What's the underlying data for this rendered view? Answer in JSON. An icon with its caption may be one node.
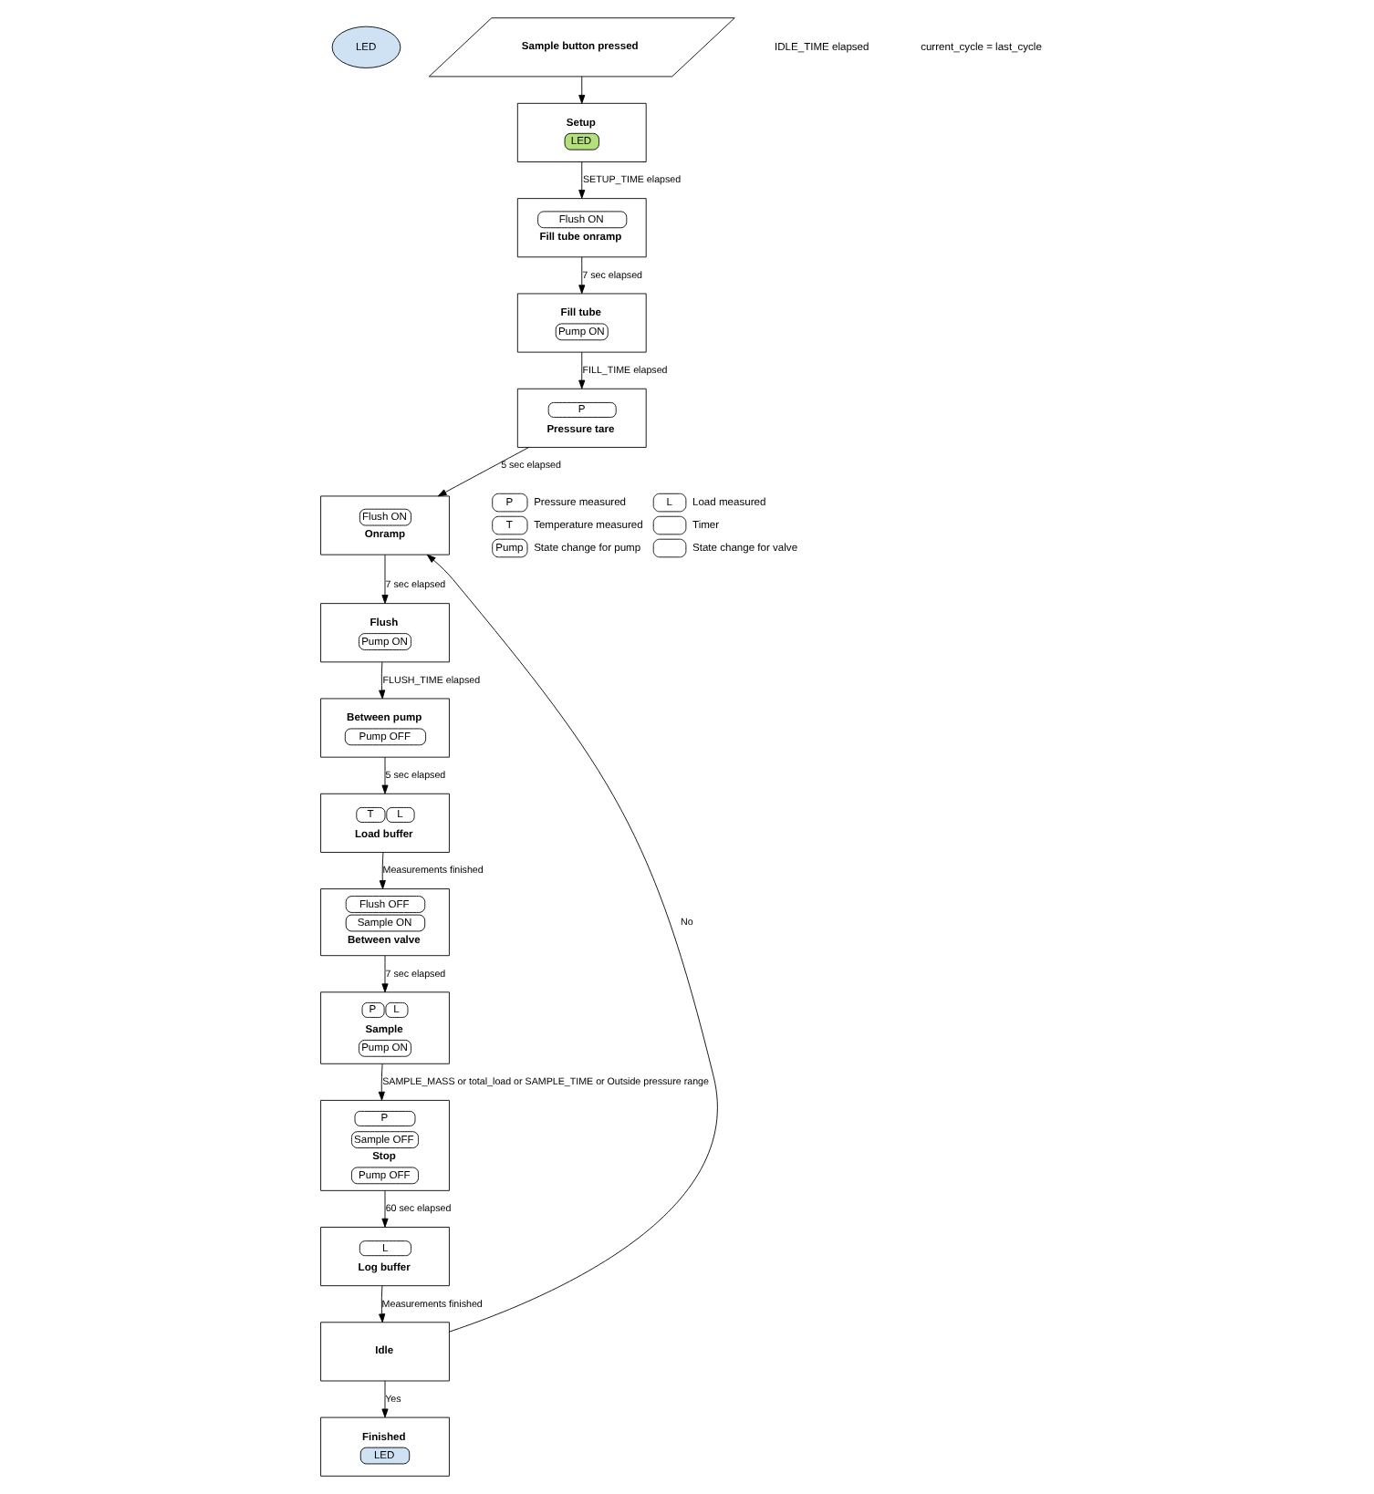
{
  "diagram": {
    "nodes": [
      {
        "text": [
          "LED"
        ]
      },
      {
        "text": [
          "Sample button pressed"
        ]
      },
      {
        "text": [
          "Setup",
          "LED"
        ]
      },
      {
        "text": [
          "Flush ON",
          "Fill tube onramp"
        ]
      },
      {
        "text": [
          "Fill tube",
          "Pump ON"
        ]
      },
      {
        "text": [
          "P",
          "Pressure tare"
        ]
      },
      {
        "text": [
          "Flush ON",
          "Onramp"
        ]
      },
      {
        "text": [
          "Flush",
          "Pump ON"
        ]
      },
      {
        "text": [
          "Between pump",
          "Pump OFF"
        ]
      },
      {
        "text": [
          "T",
          "L",
          "Load buffer"
        ]
      },
      {
        "text": [
          "Flush OFF",
          "Sample ON",
          "Between valve"
        ]
      },
      {
        "text": [
          "P",
          "L",
          "Sample",
          "Pump ON"
        ]
      },
      {
        "text": [
          "P",
          "Sample OFF",
          "Stop",
          "Pump OFF"
        ]
      },
      {
        "text": [
          "L",
          "Log buffer"
        ]
      },
      {
        "text": [
          "Idle"
        ]
      },
      {
        "text": [
          "Finished",
          "LED"
        ]
      }
    ],
    "edges": [
      {
        "from": 1,
        "to": 2,
        "arrow": "to"
      },
      {
        "from": 2,
        "to": 3,
        "arrow": "to",
        "label": "SETUP_TIME elapsed"
      },
      {
        "from": 3,
        "to": 4,
        "arrow": "to",
        "label": "7 sec elapsed"
      },
      {
        "from": 4,
        "to": 5,
        "arrow": "to",
        "label": "FILL_TIME elapsed"
      },
      {
        "from": 5,
        "to": 6,
        "arrow": "to",
        "label": "5 sec elapsed"
      },
      {
        "from": 6,
        "to": 7,
        "arrow": "to",
        "label": "7 sec elapsed"
      },
      {
        "from": 7,
        "to": 8,
        "arrow": "to",
        "label": "FLUSH_TIME elapsed"
      },
      {
        "from": 8,
        "to": 9,
        "arrow": "to",
        "label": "5 sec elapsed"
      },
      {
        "from": 9,
        "to": 10,
        "arrow": "to",
        "label": "Measurements finished"
      },
      {
        "from": 10,
        "to": 11,
        "arrow": "to",
        "label": "7 sec elapsed"
      },
      {
        "from": 11,
        "to": 12,
        "arrow": "to",
        "label": "SAMPLE_MASS or total_load or SAMPLE_TIME or Outside pressure range"
      },
      {
        "from": 12,
        "to": 13,
        "arrow": "to",
        "label": "60 sec elapsed"
      },
      {
        "from": 13,
        "to": 14,
        "arrow": "to",
        "label": "Measurements finished"
      },
      {
        "from": 14,
        "to": 6,
        "arrow": "to",
        "label": "No"
      },
      {
        "from": 14,
        "to": 15,
        "arrow": "to",
        "label": "Yes"
      }
    ],
    "labels": [
      "IDLE_TIME elapsed",
      "current_cycle = last_cycle",
      "P",
      "L",
      "T",
      "Pump"
    ],
    "legend": [
      {
        "text": "Pressure measured"
      },
      {
        "text": "Load measured"
      },
      {
        "text": "Temperature measured"
      },
      {
        "text": "Timer"
      },
      {
        "text": "State change for pump"
      },
      {
        "text": "State change for valve"
      }
    ]
  }
}
